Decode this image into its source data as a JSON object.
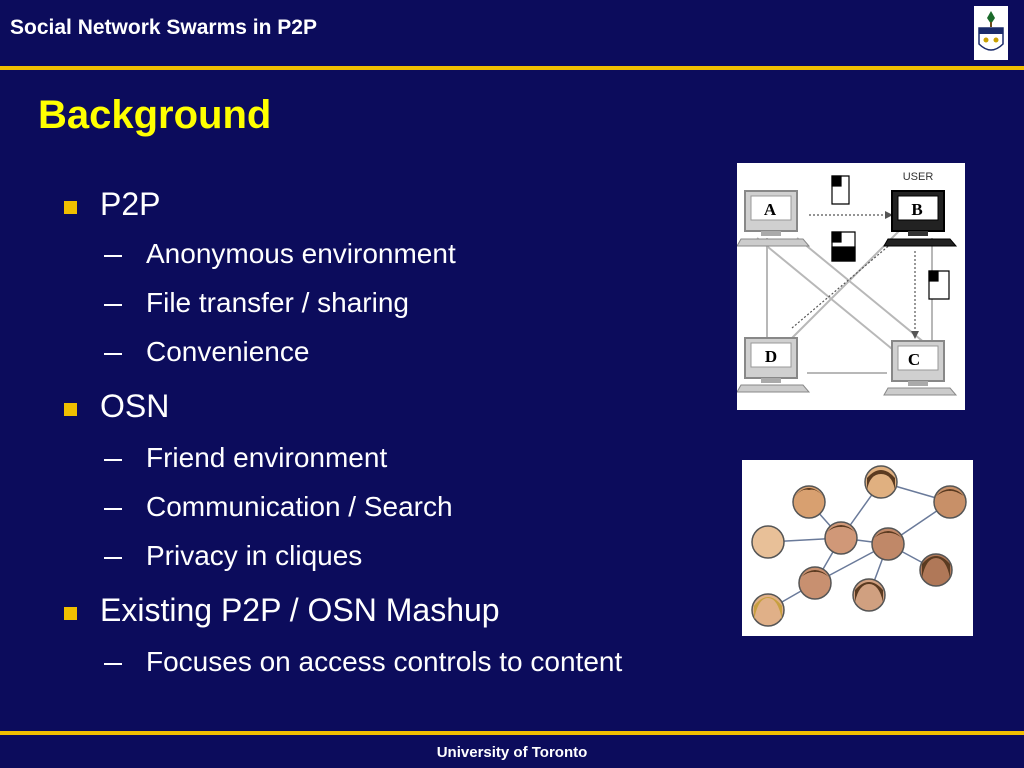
{
  "header": {
    "title": "Social Network Swarms in P2P",
    "crest_icon": "university-crest-icon"
  },
  "slide": {
    "title": "Background",
    "sections": [
      {
        "label": "P2P",
        "items": [
          "Anonymous environment",
          "File transfer / sharing",
          "Convenience"
        ]
      },
      {
        "label": "OSN",
        "items": [
          "Friend environment",
          "Communication / Search",
          "Privacy in cliques"
        ]
      },
      {
        "label": "Existing P2P / OSN Mashup",
        "items": [
          "Focuses on access controls to content"
        ]
      }
    ]
  },
  "p2p_figure": {
    "user_label": "USER",
    "nodes": [
      "A",
      "B",
      "C",
      "D"
    ]
  },
  "social_figure": {
    "icon": "social-network-faces-icon"
  },
  "footer": {
    "text": "University of Toronto"
  },
  "colors": {
    "background": "#0c0c5c",
    "accent": "#f0bf00",
    "title": "#ffff00",
    "text": "#ffffff"
  }
}
